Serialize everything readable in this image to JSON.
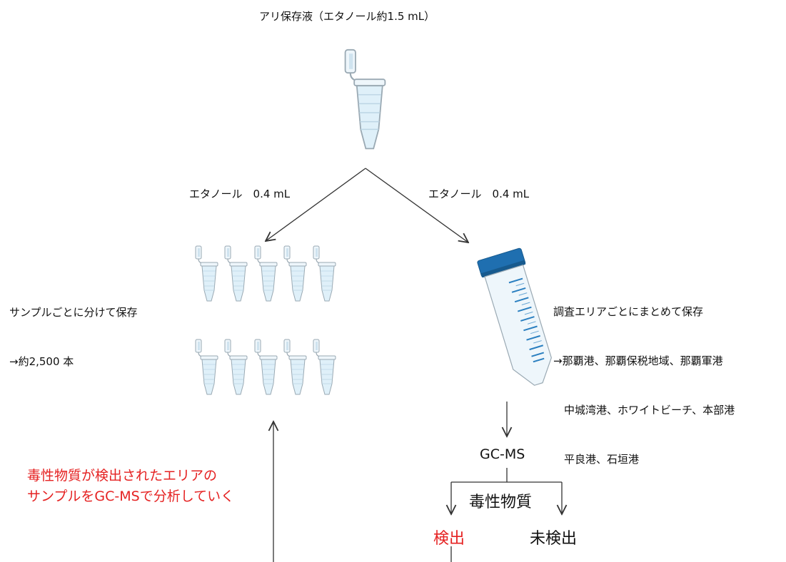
{
  "diagram": {
    "top_label": "アリ保存液（エタノール約1.5 mL）",
    "left_branch": {
      "label": "エタノール　0.4 mL"
    },
    "right_branch": {
      "label": "エタノール　0.4 mL"
    },
    "left_note": [
      "サンプルごとに分けて保存",
      "→約2,500 本"
    ],
    "right_note": [
      "調査エリアごとにまとめて保存",
      "→那覇港、那覇保税地域、那覇軍港",
      "　中城湾港、ホワイトビーチ、本部港",
      "　平良港、石垣港"
    ],
    "analysis": {
      "method": "GC-MS",
      "target": "毒性物質",
      "detected": "検出",
      "not_detected": "未検出"
    },
    "feedback_note": [
      "毒性物質が検出されたエリアの",
      "サンプルをGC-MSで分析していく"
    ],
    "colors": {
      "highlight": "#e52222",
      "cap": "#1f6fb0",
      "tube": "#dff0f9",
      "tube_stroke": "#9aa9b3"
    },
    "icons": [
      "microtube-icon",
      "conical-tube-icon"
    ]
  }
}
